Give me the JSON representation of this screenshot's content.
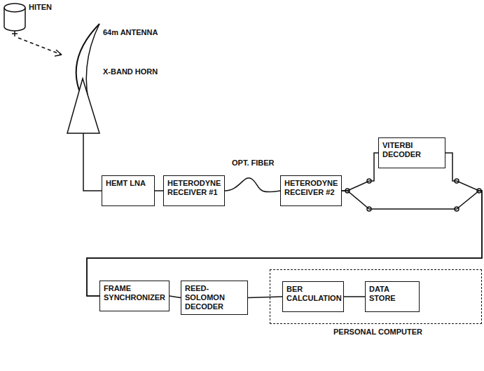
{
  "diagram": {
    "nodes": [
      {
        "text": [
          "HEMT LNA"
        ]
      },
      {
        "text": [
          "HETERODYNE RECEIVER #1"
        ]
      },
      {
        "text": [
          "HETERODYNE RECEIVER #2"
        ]
      },
      {
        "text": [
          "VITERBI DECODER"
        ]
      },
      {
        "text": [
          "FRAME SYNCHRONIZER"
        ]
      },
      {
        "text": [
          "REED-SOLOMON DECODER"
        ]
      },
      {
        "text": [
          "PERSONAL COMPUTER"
        ]
      },
      {
        "text": [
          "BER CALCULATION"
        ],
        "in": 6
      },
      {
        "text": [
          "DATA STORE"
        ],
        "in": 6
      }
    ],
    "edges": [
      {
        "from": 0,
        "to": 1,
        "arrow": "none"
      },
      {
        "from": 1,
        "to": 2,
        "label": "OPT. FIBER",
        "arrow": "none"
      },
      {
        "from": 2,
        "to": 3,
        "arrow": "none"
      },
      {
        "from": 2,
        "to": 4,
        "arrow": "none"
      },
      {
        "from": 3,
        "to": 4,
        "arrow": "none"
      },
      {
        "from": 4,
        "to": 5,
        "arrow": "none"
      },
      {
        "from": 5,
        "to": 7,
        "arrow": "none"
      },
      {
        "from": 7,
        "to": 8,
        "arrow": "none"
      }
    ],
    "labels": [
      "HITEN",
      "64m ANTENNA",
      "X-BAND HORN"
    ]
  }
}
